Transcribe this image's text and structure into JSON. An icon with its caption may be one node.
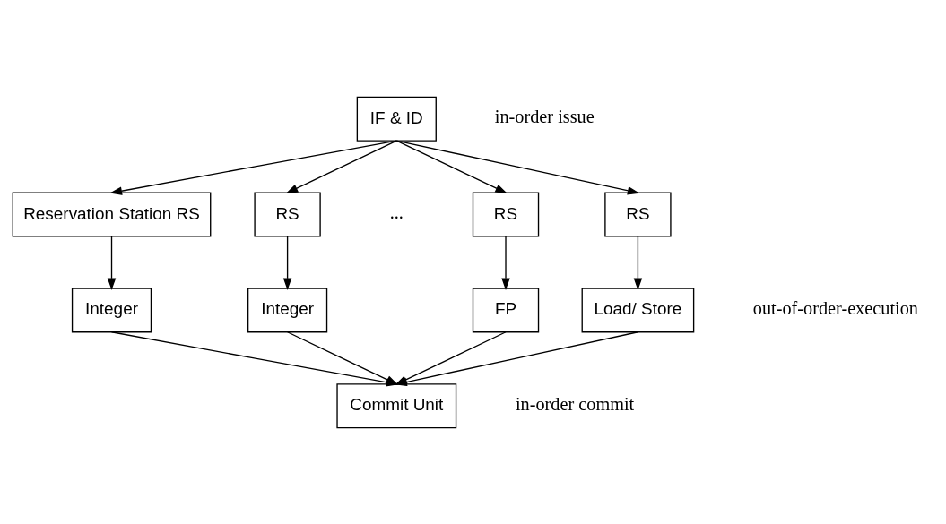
{
  "diagram": {
    "nodes": [
      {
        "text": [
          "IF & ID"
        ]
      },
      {
        "text": [
          "Reservation Station RS"
        ]
      },
      {
        "text": [
          "RS"
        ]
      },
      {
        "text": [
          "RS"
        ]
      },
      {
        "text": [
          "RS"
        ]
      },
      {
        "text": [
          "Integer"
        ]
      },
      {
        "text": [
          "Integer"
        ]
      },
      {
        "text": [
          "FP"
        ]
      },
      {
        "text": [
          "Load/ Store"
        ]
      },
      {
        "text": [
          "Commit Unit"
        ]
      }
    ],
    "edges": [
      {
        "from": 0,
        "to": 1,
        "arrow": "to"
      },
      {
        "from": 0,
        "to": 2,
        "arrow": "to"
      },
      {
        "from": 0,
        "to": 3,
        "arrow": "to"
      },
      {
        "from": 0,
        "to": 4,
        "arrow": "to"
      },
      {
        "from": 1,
        "to": 5,
        "arrow": "to"
      },
      {
        "from": 2,
        "to": 6,
        "arrow": "to"
      },
      {
        "from": 3,
        "to": 7,
        "arrow": "to"
      },
      {
        "from": 4,
        "to": 8,
        "arrow": "to"
      },
      {
        "from": 5,
        "to": 9,
        "arrow": "to"
      },
      {
        "from": 6,
        "to": 9,
        "arrow": "to"
      },
      {
        "from": 7,
        "to": 9,
        "arrow": "to"
      },
      {
        "from": 8,
        "to": 9,
        "arrow": "to"
      }
    ],
    "labels": [
      "in-order issue",
      "...",
      "out-of-order-execution",
      "in-order commit"
    ]
  }
}
